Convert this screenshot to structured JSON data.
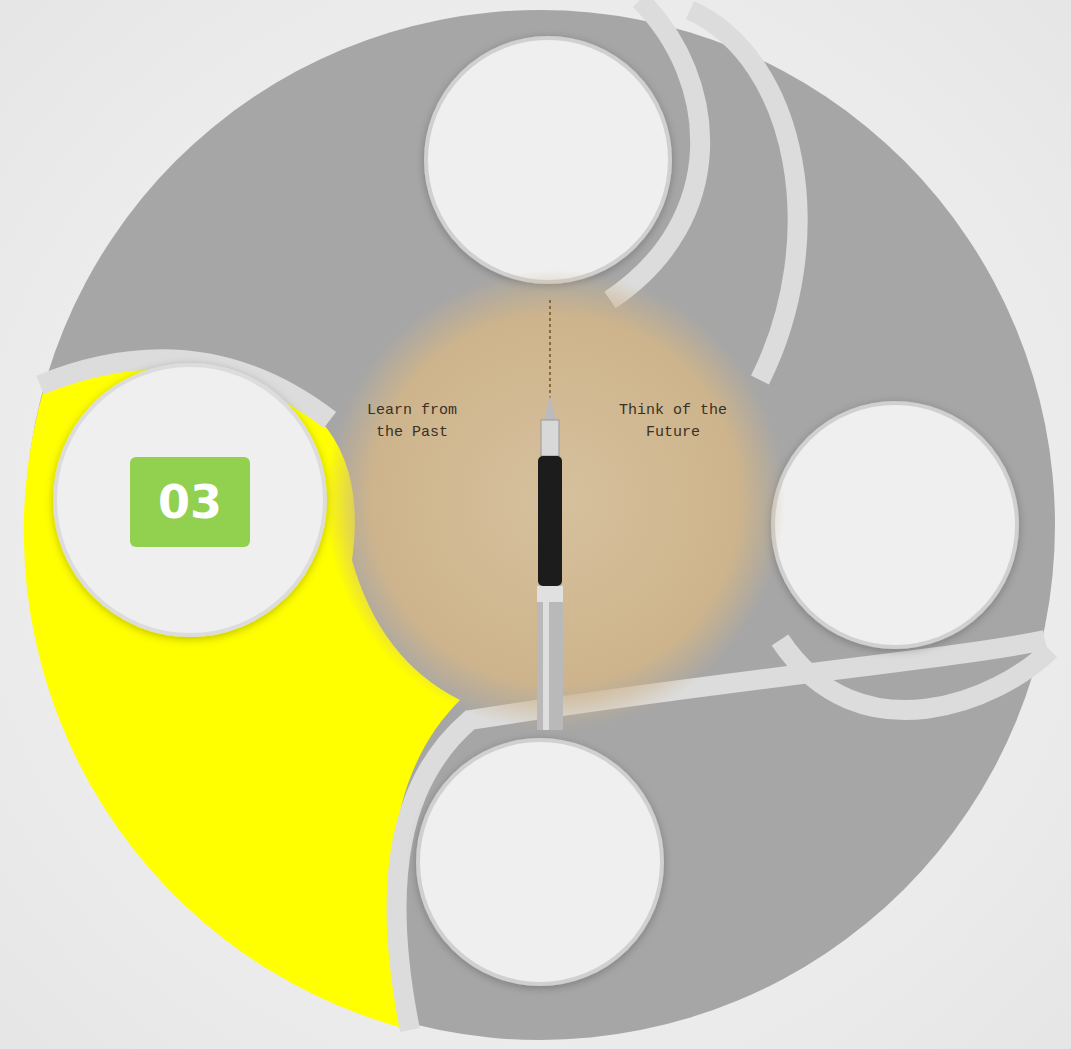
{
  "diagram": {
    "nodes": [
      {
        "text": [
          "Learn from the Past",
          "Think of the Future"
        ]
      },
      {
        "text": [
          "03"
        ]
      }
    ]
  }
}
